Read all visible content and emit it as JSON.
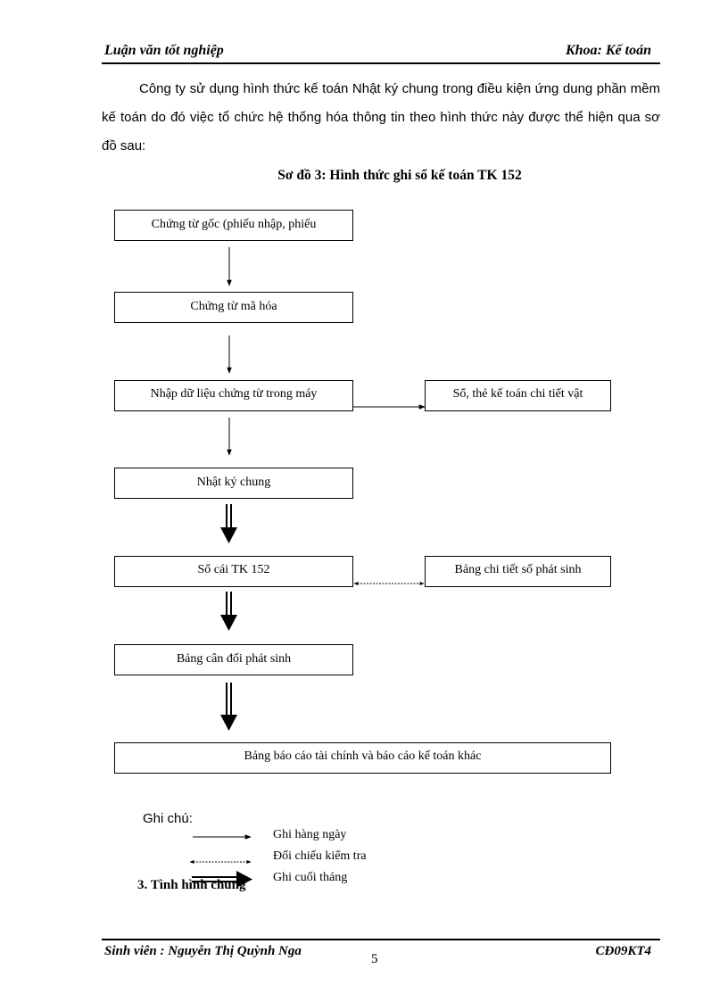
{
  "header": {
    "left": "Luận văn tốt nghiệp",
    "right": "Khoa: Kế toán"
  },
  "paragraph": "Công ty sử dụng hình thức kế toán Nhật ký chung trong điều kiện ứng dung phần mềm kế toán do đó việc tổ chức hệ thống hóa thông tin theo hình thức này được thể hiện qua sơ đồ sau:",
  "figure": {
    "title": "Sơ đồ 3: Hình thức ghi sổ kế toán TK 152",
    "boxes": {
      "chung_tu_goc": "Chứng từ gốc (phiếu nhập, phiếu",
      "chung_tu_ma_hoa": "Chứng từ mã hóa",
      "nhap_du_lieu": "Nhập dữ liệu chứng từ trong máy",
      "so_the_chi_tiet": "Sổ, thẻ kế toán chi tiết vật",
      "nhat_ky_chung": "Nhật ký chung",
      "so_cai": "Sổ cái TK 152",
      "bang_chi_tiet": "Bảng chi tiết số phát sinh",
      "bang_can_doi": "Bảng cân đối phát sinh",
      "bang_bao_cao": "Bảng báo cáo tài chính và báo cáo kế toán khác"
    }
  },
  "legend": {
    "title": "Ghi chú:",
    "items": [
      "Ghi hàng ngày",
      "Đối chiếu kiểm tra",
      "Ghi cuối tháng"
    ]
  },
  "section_heading": "3. Tình hình chung",
  "footer": {
    "left": "Sinh viên : Nguyễn Thị Quỳnh Nga",
    "right": "CĐ09KT4",
    "page_number": "5"
  }
}
